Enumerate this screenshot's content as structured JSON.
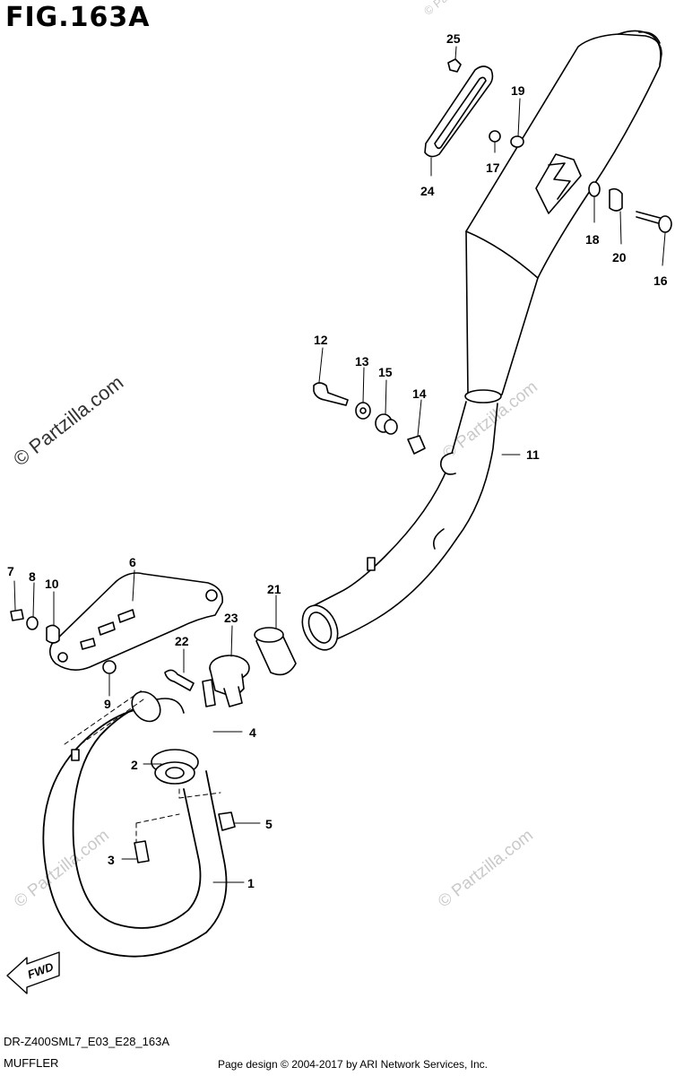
{
  "figure": {
    "title": "FIG.163A"
  },
  "footer": {
    "model_code": "DR-Z400SML7_E03_E28_163A",
    "section": "MUFFLER",
    "credit": "Page design © 2004-2017 by ARI Network Services, Inc."
  },
  "watermarks": [
    "© Partzilla.com",
    "© Partzilla.com",
    "© Partzilla.com",
    "© Partzilla.com",
    "© Partzilla.com"
  ],
  "arrow_label": "FWD",
  "callouts": [
    {
      "id": "c25",
      "label": "25"
    },
    {
      "id": "c19",
      "label": "19"
    },
    {
      "id": "c17",
      "label": "17"
    },
    {
      "id": "c24",
      "label": "24"
    },
    {
      "id": "c18",
      "label": "18"
    },
    {
      "id": "c20",
      "label": "20"
    },
    {
      "id": "c16",
      "label": "16"
    },
    {
      "id": "c12",
      "label": "12"
    },
    {
      "id": "c13",
      "label": "13"
    },
    {
      "id": "c15",
      "label": "15"
    },
    {
      "id": "c14",
      "label": "14"
    },
    {
      "id": "c11",
      "label": "11"
    },
    {
      "id": "c7",
      "label": "7"
    },
    {
      "id": "c8",
      "label": "8"
    },
    {
      "id": "c10",
      "label": "10"
    },
    {
      "id": "c6",
      "label": "6"
    },
    {
      "id": "c21",
      "label": "21"
    },
    {
      "id": "c23",
      "label": "23"
    },
    {
      "id": "c22",
      "label": "22"
    },
    {
      "id": "c9",
      "label": "9"
    },
    {
      "id": "c4",
      "label": "4"
    },
    {
      "id": "c2",
      "label": "2"
    },
    {
      "id": "c5",
      "label": "5"
    },
    {
      "id": "c3",
      "label": "3"
    },
    {
      "id": "c1",
      "label": "1"
    }
  ]
}
